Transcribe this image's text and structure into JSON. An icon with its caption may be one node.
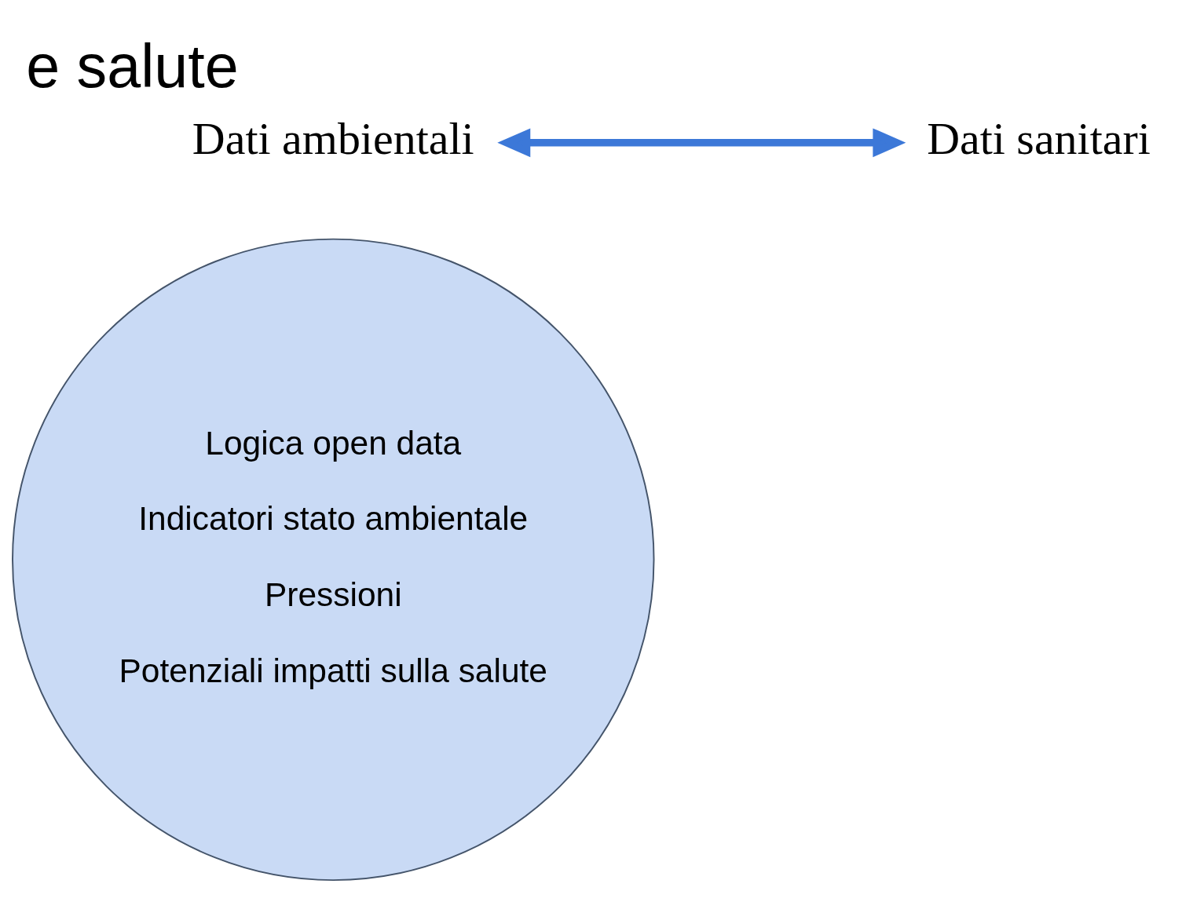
{
  "diagram": {
    "title": "e salute",
    "nodes": [
      {
        "text": [
          "Logica open data",
          "Indicatori stato ambientale",
          "Pressioni",
          "Potenziali impatti sulla salute"
        ]
      },
      {
        "text": [
          "Dati ambientali"
        ]
      },
      {
        "text": [
          "Dati sanitari"
        ]
      }
    ],
    "edges": [
      {
        "from": 1,
        "to": 2,
        "arrow": "both"
      }
    ]
  }
}
